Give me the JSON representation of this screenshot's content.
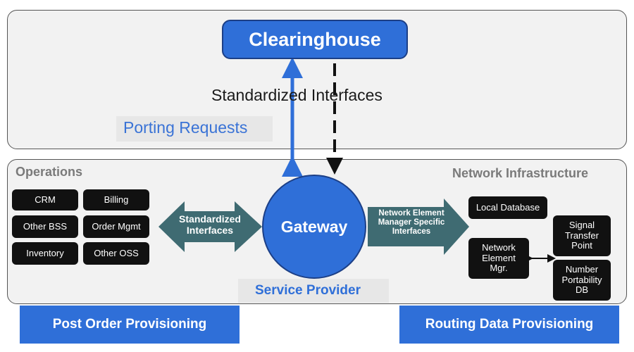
{
  "top": {
    "title": "Clearinghouse",
    "interfaces_label": "Standardized Interfaces",
    "porting_label": "Porting Requests"
  },
  "operations": {
    "title": "Operations",
    "items": [
      "CRM",
      "Billing",
      "Other BSS",
      "Order Mgmt",
      "Inventory",
      "Other OSS"
    ]
  },
  "gateway": {
    "label": "Gateway",
    "left_arrow_label": "Standardized Interfaces",
    "right_arrow_label": "Network Element Manager Specific Interfaces",
    "provider_label": "Service Provider"
  },
  "network": {
    "title": "Network Infrastructure",
    "local_db": "Local Database",
    "nem": "Network Element Mgr.",
    "stp": "Signal Transfer Point",
    "npdb": "Number Portability DB"
  },
  "bottom": {
    "post_order": "Post Order Provisioning",
    "routing": "Routing Data Provisioning"
  },
  "colors": {
    "accent_blue": "#2f6fd8",
    "arrow_teal": "#3f6b72",
    "block_black": "#111111"
  }
}
